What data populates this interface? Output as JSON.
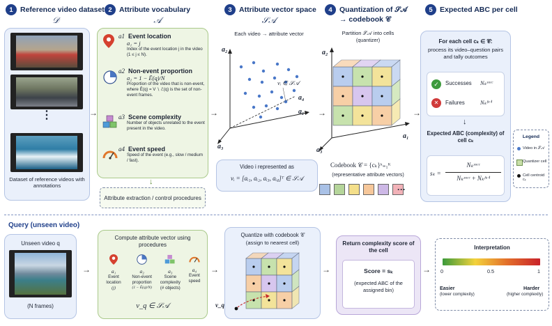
{
  "steps": [
    {
      "num": "1",
      "title": "Reference video dataset",
      "sub": "𝒟"
    },
    {
      "num": "2",
      "title": "Attribute vocabulary",
      "sub": "𝒜"
    },
    {
      "num": "3",
      "title": "Attribute vector space",
      "sub": "𝒮𝒜"
    },
    {
      "num": "4",
      "title": "Quantization of 𝒮𝒜",
      "title2": "→ codebook 𝒞"
    },
    {
      "num": "5",
      "title": "Expected ABC per cell"
    }
  ],
  "dataset": {
    "dots": "⋮",
    "caption": "Dataset of reference videos with annotations"
  },
  "attributes": [
    {
      "id": "a1",
      "name": "Event location",
      "formula": "a₁ = j",
      "desc": "Index of the event location j in the video (1 ≤ j ≤ N)."
    },
    {
      "id": "a2",
      "name": "Non-event proportion",
      "formula": "a₂ = 1 − Ē(q)/N",
      "desc": "Proportion of the video that is non-event, where Ē(q) = V ∖ ℰ(q) is the set of non-event frames."
    },
    {
      "id": "a3",
      "name": "Scene complexity",
      "formula": "",
      "desc": "Number of objects unrelated to the event present in the video."
    },
    {
      "id": "a4",
      "name": "Event speed",
      "formula": "",
      "desc": "Speed of the event (e.g., slow / medium / fast)."
    }
  ],
  "extraction_label": "Attribute extraction / control procedures",
  "space": {
    "caption": "Each video → attribute vector",
    "axes": [
      "a₂",
      "a₄",
      "a₁",
      "a₃"
    ],
    "point_label": "vᵢ ∈ 𝒮𝒜",
    "vec_title": "Video i represented as",
    "vec_formula": "vᵢ = [aᵢ₁, aᵢ₂, aᵢ₃, aᵢ₄]ᵀ ∈ 𝒮𝒜"
  },
  "quant": {
    "caption": "Partition 𝒮𝒜 into cells",
    "caption2": "(quantizer)",
    "axes": [
      "a₂",
      "a₁",
      "a₃"
    ],
    "codebook_label": "Codebook 𝒞 = {cₖ}ᵏ₌₁ᴷ",
    "codebook_sub": "(representative attribute vectors)",
    "ellipsis": "···",
    "swatches": [
      "#a9c1e6",
      "#b5d59a",
      "#f4df8a",
      "#f6c79a",
      "#cdb8e6",
      "#f2b2b8"
    ]
  },
  "abc": {
    "intro_b": "For each cell cₖ ∈ 𝒞:",
    "intro": "process its video–question pairs and tally outcomes",
    "success_label": "Successes",
    "success_var": "Nₖˢᵘᶜᶜ",
    "fail_label": "Failures",
    "fail_var": "Nₖᶠᵃⁱˡ",
    "expected_title": "Expected ABC (complexity) of cell cₖ",
    "formula_lhs": "sₖ =",
    "formula_num": "Nₖˢᵘᶜᶜ",
    "formula_den": "Nₖˢᵘᶜᶜ + Nₖᶠᵃⁱˡ"
  },
  "legend": {
    "title": "Legend",
    "items": [
      {
        "label": "Video in 𝒮𝒜"
      },
      {
        "label": "Quantizer cell"
      },
      {
        "label": "Cell centroid cₖ"
      }
    ]
  },
  "query": {
    "title": "Query (unseen video)",
    "video_label": "Unseen video q",
    "frames": "(N frames)",
    "compute_title": "Compute attribute vector using procedures",
    "icons": [
      {
        "id": "a₁",
        "label": "Event location",
        "sub": "(j)"
      },
      {
        "id": "a₂",
        "label": "Non-event proportion",
        "sub": "(1 − Ē(q)/N)"
      },
      {
        "id": "a₃",
        "label": "Scene complexity",
        "sub": "(# objects)"
      },
      {
        "id": "a₄",
        "label": "Event speed",
        "sub": ""
      }
    ],
    "vq_formula": "v_q ∈ 𝒮𝒜",
    "quantize_title": "Quantize with codebook 𝒞",
    "quantize_sub": "(assign to nearest cell)",
    "vq_label": "v_q",
    "return_title": "Return complexity score of the cell",
    "score": "Score = sₖ",
    "score_sub": "(expected ABC of the assigned bin)",
    "interp_title": "Interpretation",
    "ticks": [
      "0",
      "0.5",
      "1"
    ],
    "easier": "Easier",
    "easier_sub": "(lower complexity)",
    "harder": "Harder",
    "harder_sub": "(higher complexity)"
  }
}
